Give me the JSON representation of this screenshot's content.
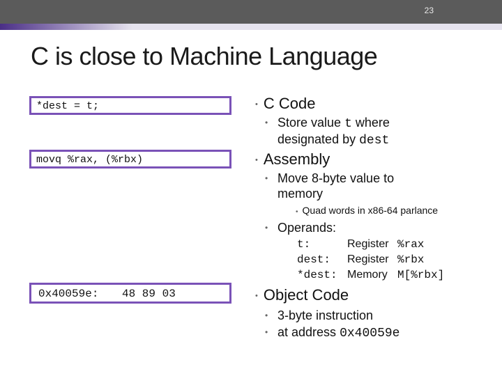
{
  "header": {
    "slide_number": "23"
  },
  "title": "C is close to Machine Language",
  "boxes": {
    "c_code": "*dest = t;",
    "assembly": "movq %rax, (%rbx)",
    "object_address": "0x40059e:",
    "object_bytes": "48 89 03"
  },
  "bullets": {
    "c_code": {
      "heading": "C Code",
      "sub_prefix": "Store value ",
      "sub_var": "t",
      "sub_middle": " where",
      "sub_line2": "designated by ",
      "sub_var2": "dest"
    },
    "assembly": {
      "heading": "Assembly",
      "sub1_line1": "Move 8-byte value to",
      "sub1_line2": "memory",
      "sub1_detail": "Quad words in x86-64 parlance",
      "sub2": "Operands:",
      "operands": [
        {
          "name": "t:",
          "kind": "Register",
          "value": "%rax"
        },
        {
          "name": "dest:",
          "kind": "Register",
          "value": "%rbx"
        },
        {
          "name": "*dest:",
          "kind": "Memory",
          "value": "M[%rbx]"
        }
      ]
    },
    "object": {
      "heading": "Object Code",
      "sub1": "3-byte instruction",
      "sub2_prefix": "at address ",
      "sub2_value": "0x40059e"
    }
  }
}
